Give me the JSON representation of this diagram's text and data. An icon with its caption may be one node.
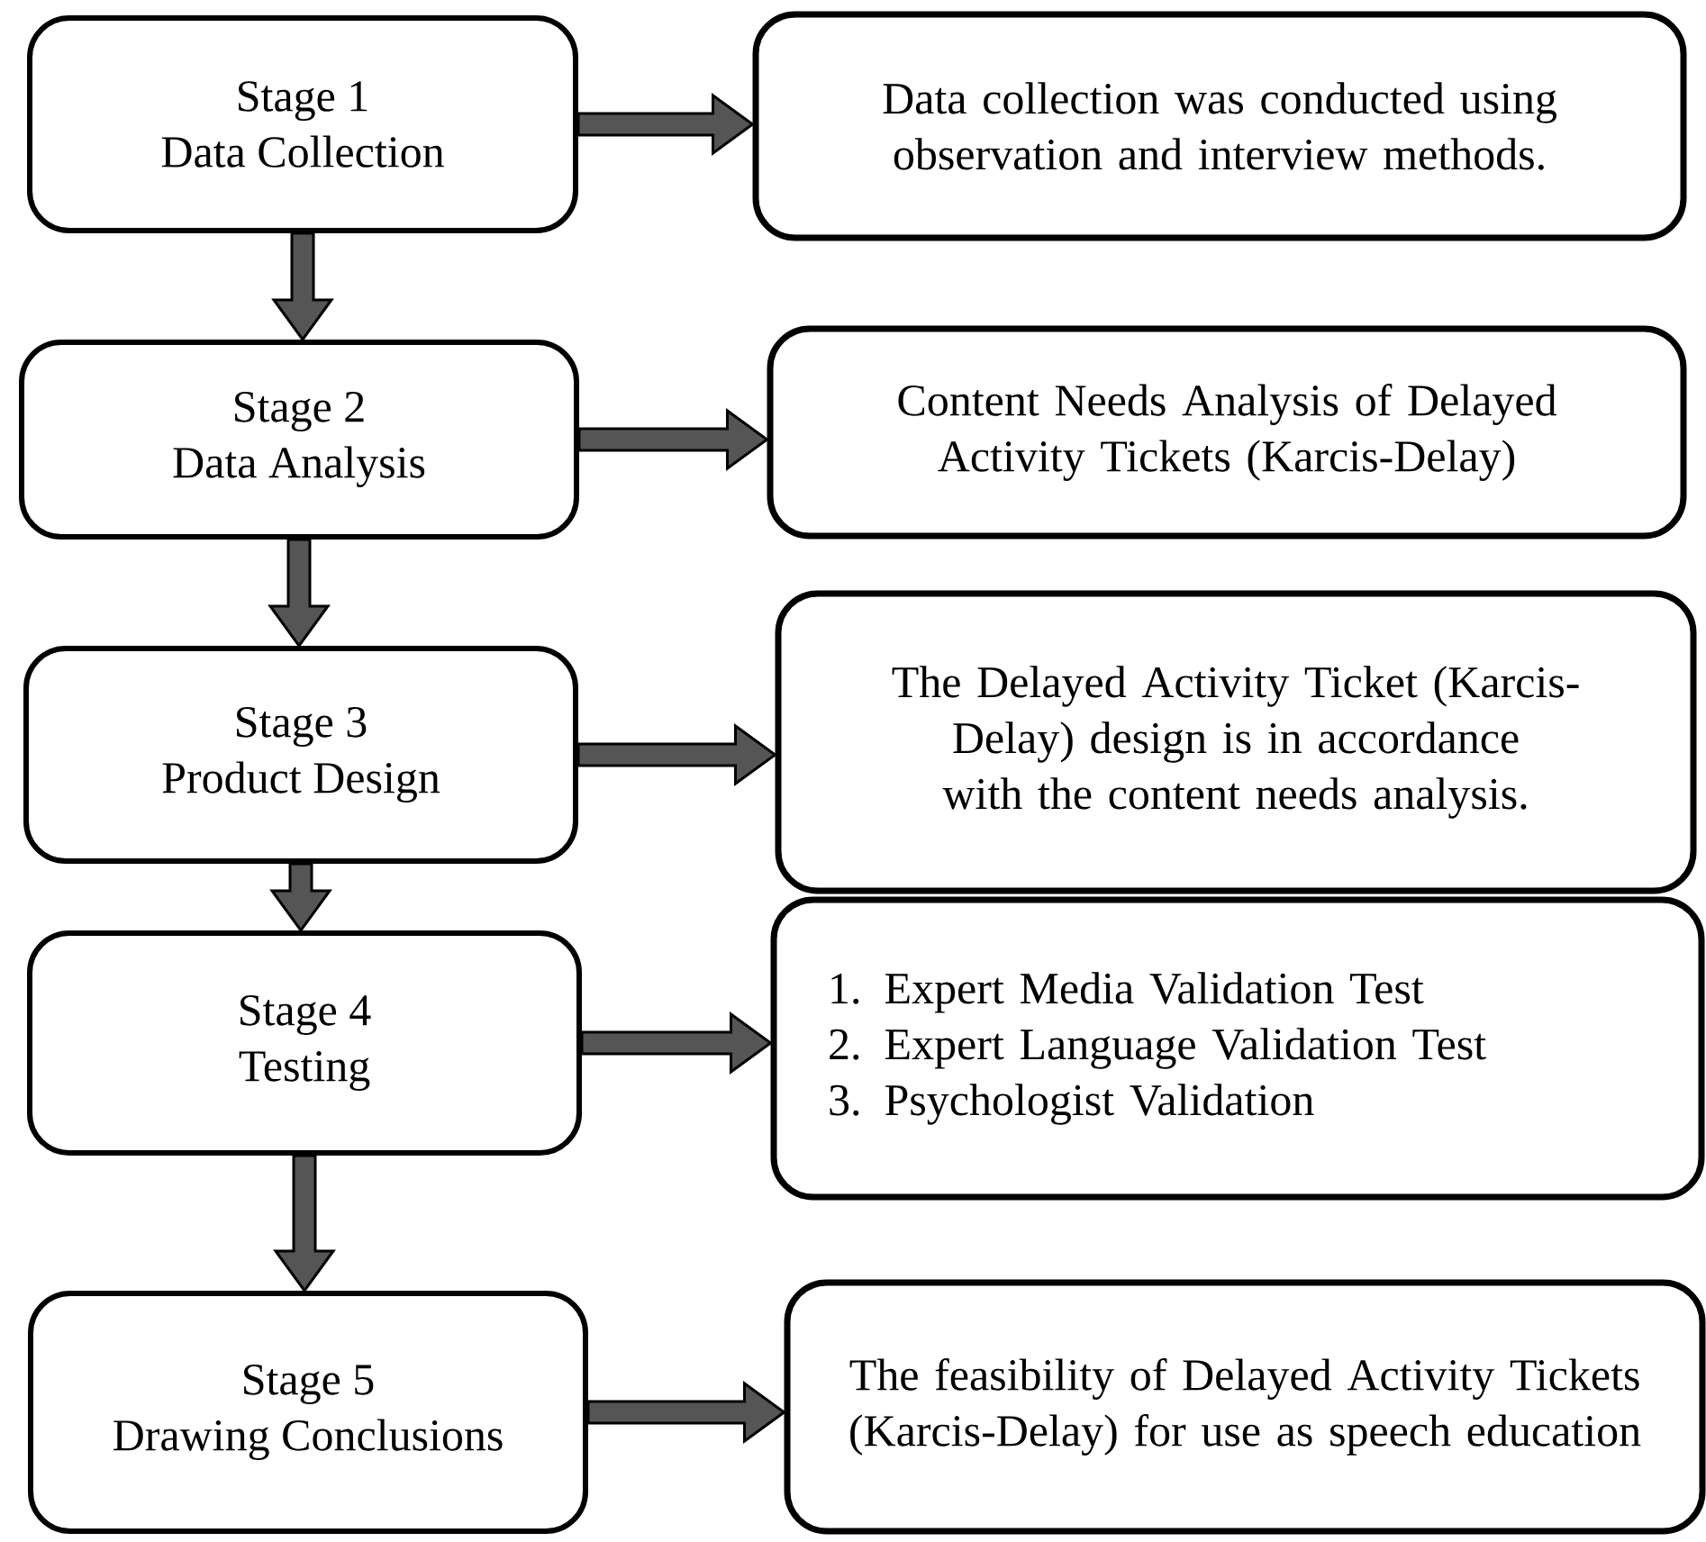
{
  "diagram": {
    "nodes": [
      {
        "text": [
          "Stage 1",
          "Data Collection"
        ]
      },
      {
        "text": [
          "Data collection was conducted using observation and interview methods."
        ]
      },
      {
        "text": [
          "Stage 2",
          "Data Analysis"
        ]
      },
      {
        "text": [
          "Content Needs Analysis of Delayed Activity Tickets (Karcis-Delay)"
        ]
      },
      {
        "text": [
          "Stage 3",
          "Product Design"
        ]
      },
      {
        "text": [
          "The Delayed Activity Ticket (Karcis-Delay) design is in accordance with the content needs analysis."
        ]
      },
      {
        "text": [
          "Stage 4",
          "Testing"
        ]
      },
      {
        "text": [
          "1. Expert Media Validation Test",
          "2. Expert Language Validation Test",
          "3. Psychologist Validation"
        ]
      },
      {
        "text": [
          "Stage 5",
          "Drawing Conclusions"
        ]
      },
      {
        "text": [
          "The feasibility of Delayed Activity Tickets (Karcis-Delay) for use as speech education"
        ]
      }
    ],
    "edges": [
      {
        "from": 0,
        "to": 1,
        "arrow": "to"
      },
      {
        "from": 0,
        "to": 2,
        "arrow": "to"
      },
      {
        "from": 2,
        "to": 3,
        "arrow": "to"
      },
      {
        "from": 2,
        "to": 4,
        "arrow": "to"
      },
      {
        "from": 4,
        "to": 5,
        "arrow": "to"
      },
      {
        "from": 4,
        "to": 6,
        "arrow": "to"
      },
      {
        "from": 6,
        "to": 7,
        "arrow": "to"
      },
      {
        "from": 6,
        "to": 8,
        "arrow": "to"
      },
      {
        "from": 8,
        "to": 9,
        "arrow": "to"
      }
    ]
  }
}
